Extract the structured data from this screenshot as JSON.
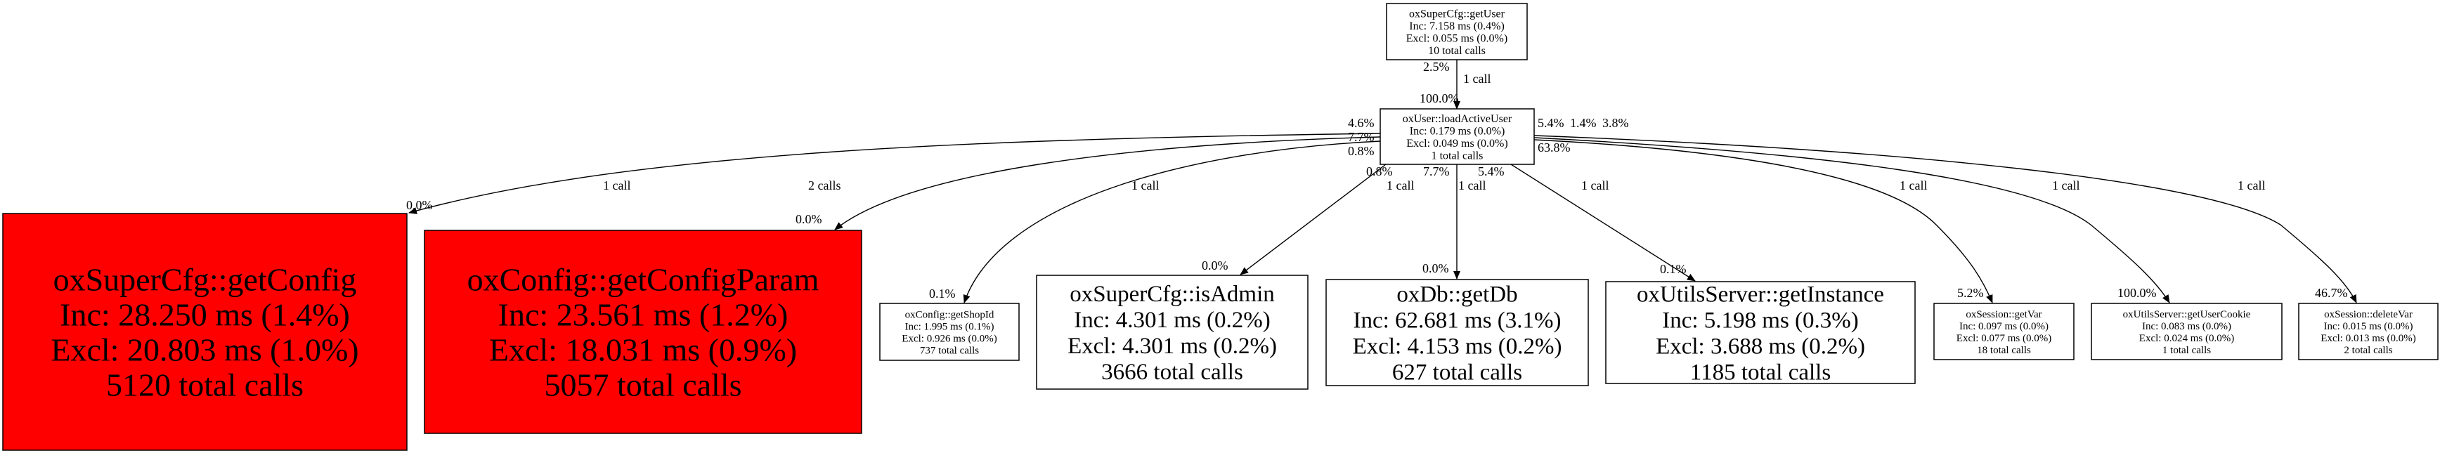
{
  "graph": {
    "hot_color": "#ff0000",
    "normal_color": "#ffffff",
    "nodes": {
      "getUser": {
        "name": "oxSuperCfg::getUser",
        "inc": "Inc: 7.158 ms (0.4%)",
        "excl": "Excl: 0.055 ms (0.0%)",
        "calls": "10 total calls",
        "hot": false
      },
      "loadActiveUser": {
        "name": "oxUser::loadActiveUser",
        "inc": "Inc: 0.179 ms (0.0%)",
        "excl": "Excl: 0.049 ms (0.0%)",
        "calls": "1 total calls",
        "hot": false
      },
      "getConfig": {
        "name": "oxSuperCfg::getConfig",
        "inc": "Inc: 28.250 ms (1.4%)",
        "excl": "Excl: 20.803 ms (1.0%)",
        "calls": "5120 total calls",
        "hot": true
      },
      "getConfigParam": {
        "name": "oxConfig::getConfigParam",
        "inc": "Inc: 23.561 ms (1.2%)",
        "excl": "Excl: 18.031 ms (0.9%)",
        "calls": "5057 total calls",
        "hot": true
      },
      "getShopId": {
        "name": "oxConfig::getShopId",
        "inc": "Inc: 1.995 ms (0.1%)",
        "excl": "Excl: 0.926 ms (0.0%)",
        "calls": "737 total calls",
        "hot": false
      },
      "isAdmin": {
        "name": "oxSuperCfg::isAdmin",
        "inc": "Inc: 4.301 ms (0.2%)",
        "excl": "Excl: 4.301 ms (0.2%)",
        "calls": "3666 total calls",
        "hot": false
      },
      "getDb": {
        "name": "oxDb::getDb",
        "inc": "Inc: 62.681 ms (3.1%)",
        "excl": "Excl: 4.153 ms (0.2%)",
        "calls": "627 total calls",
        "hot": false
      },
      "getInstance": {
        "name": "oxUtilsServer::getInstance",
        "inc": "Inc: 5.198 ms (0.3%)",
        "excl": "Excl: 3.688 ms (0.2%)",
        "calls": "1185 total calls",
        "hot": false
      },
      "getVar": {
        "name": "oxSession::getVar",
        "inc": "Inc: 0.097 ms (0.0%)",
        "excl": "Excl: 0.077 ms (0.0%)",
        "calls": "18 total calls",
        "hot": false
      },
      "getUserCookie": {
        "name": "oxUtilsServer::getUserCookie",
        "inc": "Inc: 0.083 ms (0.0%)",
        "excl": "Excl: 0.024 ms (0.0%)",
        "calls": "1 total calls",
        "hot": false
      },
      "deleteVar": {
        "name": "oxSession::deleteVar",
        "inc": "Inc: 0.015 ms (0.0%)",
        "excl": "Excl: 0.013 ms (0.0%)",
        "calls": "2 total calls",
        "hot": false
      }
    },
    "edges": {
      "getUser_loadActiveUser": {
        "calls": "1 call",
        "tail_pct": "2.5%",
        "head_pct": "100.0%"
      },
      "to_getConfig": {
        "calls": "1 call",
        "tail_pct": "4.6%",
        "head_pct": "0.0%"
      },
      "to_getConfigParam": {
        "calls": "2 calls",
        "tail_pct": "7.7%",
        "head_pct": "0.0%"
      },
      "to_getShopId": {
        "calls": "1 call",
        "tail_pct": "0.8%",
        "head_pct": "0.1%"
      },
      "to_isAdmin": {
        "calls": "1 call",
        "tail_pct": "0.8%",
        "head_pct": "0.0%"
      },
      "to_getDb": {
        "calls": "1 call",
        "tail_pct": "7.7%",
        "head_pct": "0.0%"
      },
      "to_getInstance": {
        "calls": "1 call",
        "tail_pct": "5.4%",
        "head_pct": "0.1%"
      },
      "to_getVar": {
        "calls": "1 call",
        "tail_pct": "5.4%",
        "head_pct": "5.2%"
      },
      "to_getUserCookie": {
        "calls": "1 call",
        "tail_pct": "1.4%",
        "head_pct": "100.0%"
      },
      "to_deleteVar": {
        "calls": "1 call",
        "tail_pct": "3.8%",
        "head_pct": "46.7%"
      }
    },
    "extra_tail_labels": [
      "63.8%"
    ]
  }
}
